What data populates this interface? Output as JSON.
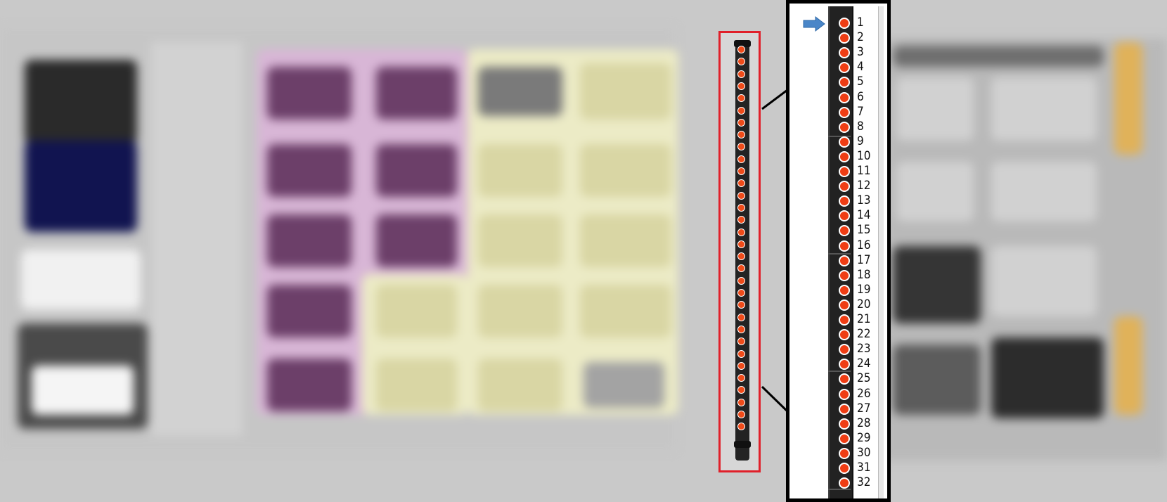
{
  "zoom_panel": {
    "pointer_icon": "right-arrow-icon",
    "sensor_labels": [
      "1",
      "2",
      "3",
      "4",
      "5",
      "6",
      "7",
      "8",
      "9",
      "10",
      "11",
      "12",
      "13",
      "14",
      "15",
      "16",
      "17",
      "18",
      "19",
      "20",
      "21",
      "22",
      "23",
      "24",
      "25",
      "26",
      "27",
      "28",
      "29",
      "30",
      "31",
      "32"
    ]
  },
  "strip": {
    "highlight_color": "#e0202a",
    "dot_color": "#ef4b1a",
    "dot_count": 32
  },
  "colors": {
    "purple": "#6c3f69",
    "yellow": "#d9d6a4",
    "arrow": "#4a86c8"
  }
}
